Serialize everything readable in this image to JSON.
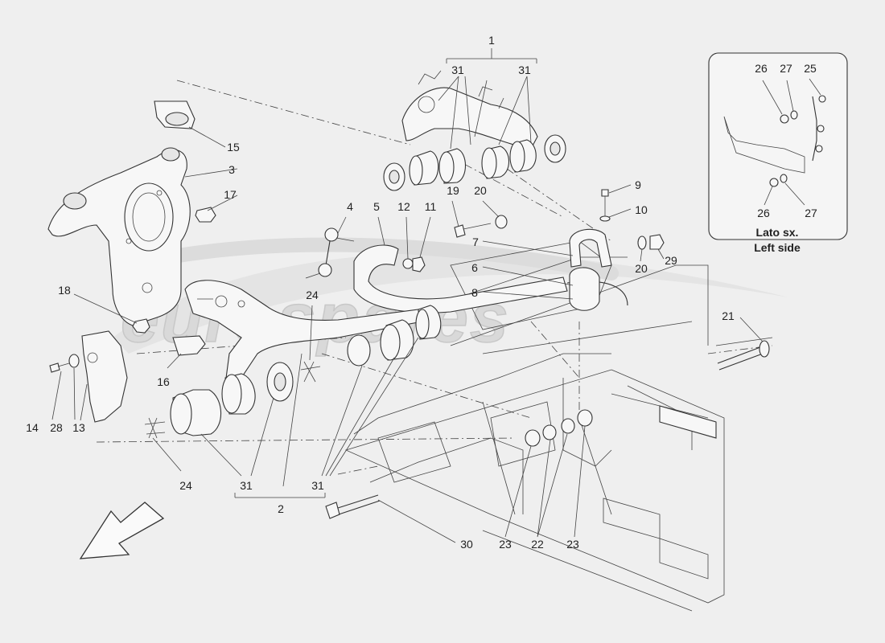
{
  "callouts": {
    "c1": "1",
    "c2": "2",
    "c3": "3",
    "c4": "4",
    "c5": "5",
    "c6": "6",
    "c7": "7",
    "c8": "8",
    "c9": "9",
    "c10a": "10",
    "c11": "11",
    "c12": "12",
    "c13": "13",
    "c14": "14",
    "c15": "15",
    "c16": "16",
    "c17": "17",
    "c18": "18",
    "c19": "19",
    "c20a": "20",
    "c20b": "20",
    "c21": "21",
    "c22": "22",
    "c23a": "23",
    "c23b": "23",
    "c24a": "24",
    "c24b": "24",
    "c28": "28",
    "c29": "29",
    "c30": "30",
    "c31a": "31",
    "c31b": "31",
    "c31c": "31",
    "c31d": "31",
    "i26a": "26",
    "i27a": "27",
    "i25": "25",
    "i26b": "26",
    "i27b": "27"
  },
  "inset": {
    "label_it": "Lato sx.",
    "label_en": "Left side"
  },
  "watermark": "eurospares",
  "icons": {
    "direction": "direction-arrow-icon"
  }
}
